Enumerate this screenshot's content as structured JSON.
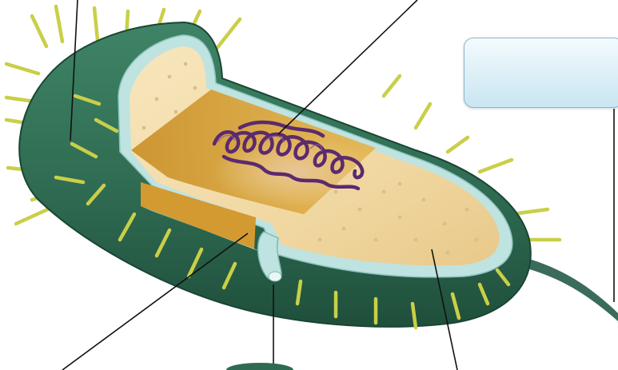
{
  "diagram": {
    "label_box_text": "",
    "colors": {
      "outer_wall": "#2f6b52",
      "outer_wall_dark": "#1f4f3b",
      "membrane_band": "#bfe3e0",
      "cytoplasm": "#f3dcaa",
      "cytoplasm_shade": "#e2bd73",
      "cut_face": "#d9a535",
      "nucleoid_dna": "#5b2a6e",
      "pili": "#c9cf48",
      "flagellum": "#3a6b5c",
      "ribosome_dots": "#d8c08c",
      "leader_line": "#111111",
      "label_box_border": "#8fb6c8"
    },
    "parts": [
      "cell-wall",
      "plasma-membrane",
      "cytoplasm",
      "nucleoid",
      "ribosomes",
      "pili",
      "flagellum",
      "mesosome"
    ]
  }
}
